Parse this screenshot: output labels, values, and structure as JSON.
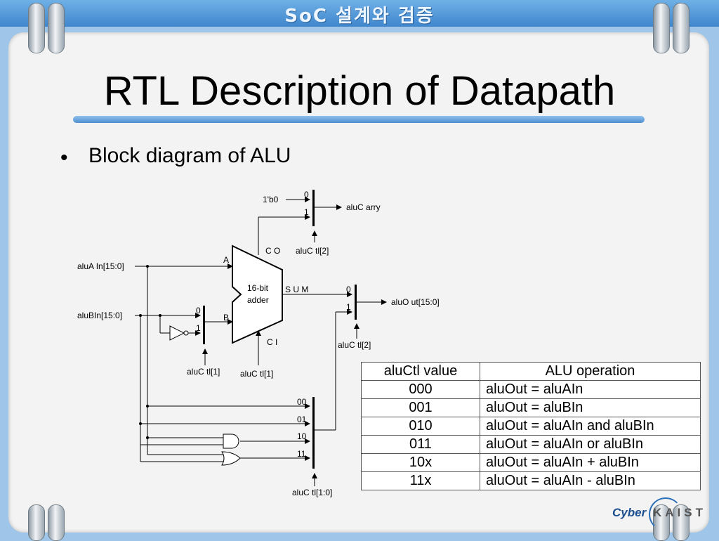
{
  "header": {
    "banner": "SoC 설계와 검증"
  },
  "slide": {
    "title": "RTL Description of Datapath",
    "bullet": "Block diagram of ALU"
  },
  "diagram": {
    "inputs": {
      "alu_a": "aluA In[15:0]",
      "alu_b": "aluBIn[15:0]"
    },
    "const_zero": "1'b0",
    "adder": {
      "line1": "16-bit",
      "line2": "adder",
      "port_a": "A",
      "port_b": "B",
      "port_co": "C O",
      "port_ci": "C I",
      "port_sum": "S U M"
    },
    "mux_carry": {
      "in0": "0",
      "in1": "1",
      "out": "aluC arry",
      "sel": "aluC tl[2]"
    },
    "mux_b": {
      "in0": "0",
      "in1": "1",
      "sel": "aluC tl[1]"
    },
    "ci_sel": "aluC tl[1]",
    "mux_out": {
      "in0": "0",
      "in1": "1",
      "out": "aluO ut[15:0]",
      "sel": "aluC tl[2]"
    },
    "mux_op": {
      "in00": "00",
      "in01": "01",
      "in10": "10",
      "in11": "11",
      "sel": "aluC tl[1:0]"
    }
  },
  "table": {
    "headers": [
      "aluCtl value",
      "ALU operation"
    ],
    "rows": [
      [
        "000",
        "aluOut = aluAIn"
      ],
      [
        "001",
        "aluOut = aluBIn"
      ],
      [
        "010",
        "aluOut = aluAIn and aluBIn"
      ],
      [
        "011",
        "aluOut = aluAIn or aluBIn"
      ],
      [
        "10x",
        "aluOut = aluAIn + aluBIn"
      ],
      [
        "11x",
        "aluOut = aluAIn - aluBIn"
      ]
    ]
  },
  "logo": {
    "part1": "Cyber",
    "part2": "KAIST"
  }
}
